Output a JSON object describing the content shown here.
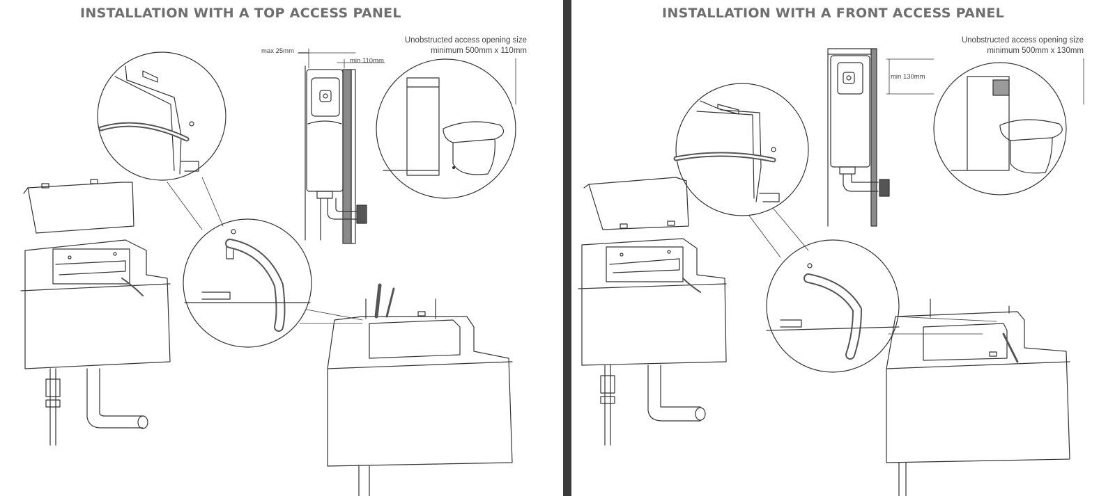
{
  "left_panel": {
    "title": "INSTALLATION WITH A TOP ACCESS PANEL",
    "access_note_line1": "Unobstructed access opening size",
    "access_note_line2": "minimum 500mm x 110mm",
    "dim_max": "max 25mm",
    "dim_min": "min 110mm"
  },
  "right_panel": {
    "title": "INSTALLATION WITH A FRONT ACCESS PANEL",
    "access_note_line1": "Unobstructed access opening size",
    "access_note_line2": "minimum 500mm x 130mm",
    "dim_min": "min 130mm"
  },
  "colors": {
    "divider": "#3b3b3b",
    "title": "#6e6e6e",
    "line": "#333333",
    "hose": "#555555"
  }
}
